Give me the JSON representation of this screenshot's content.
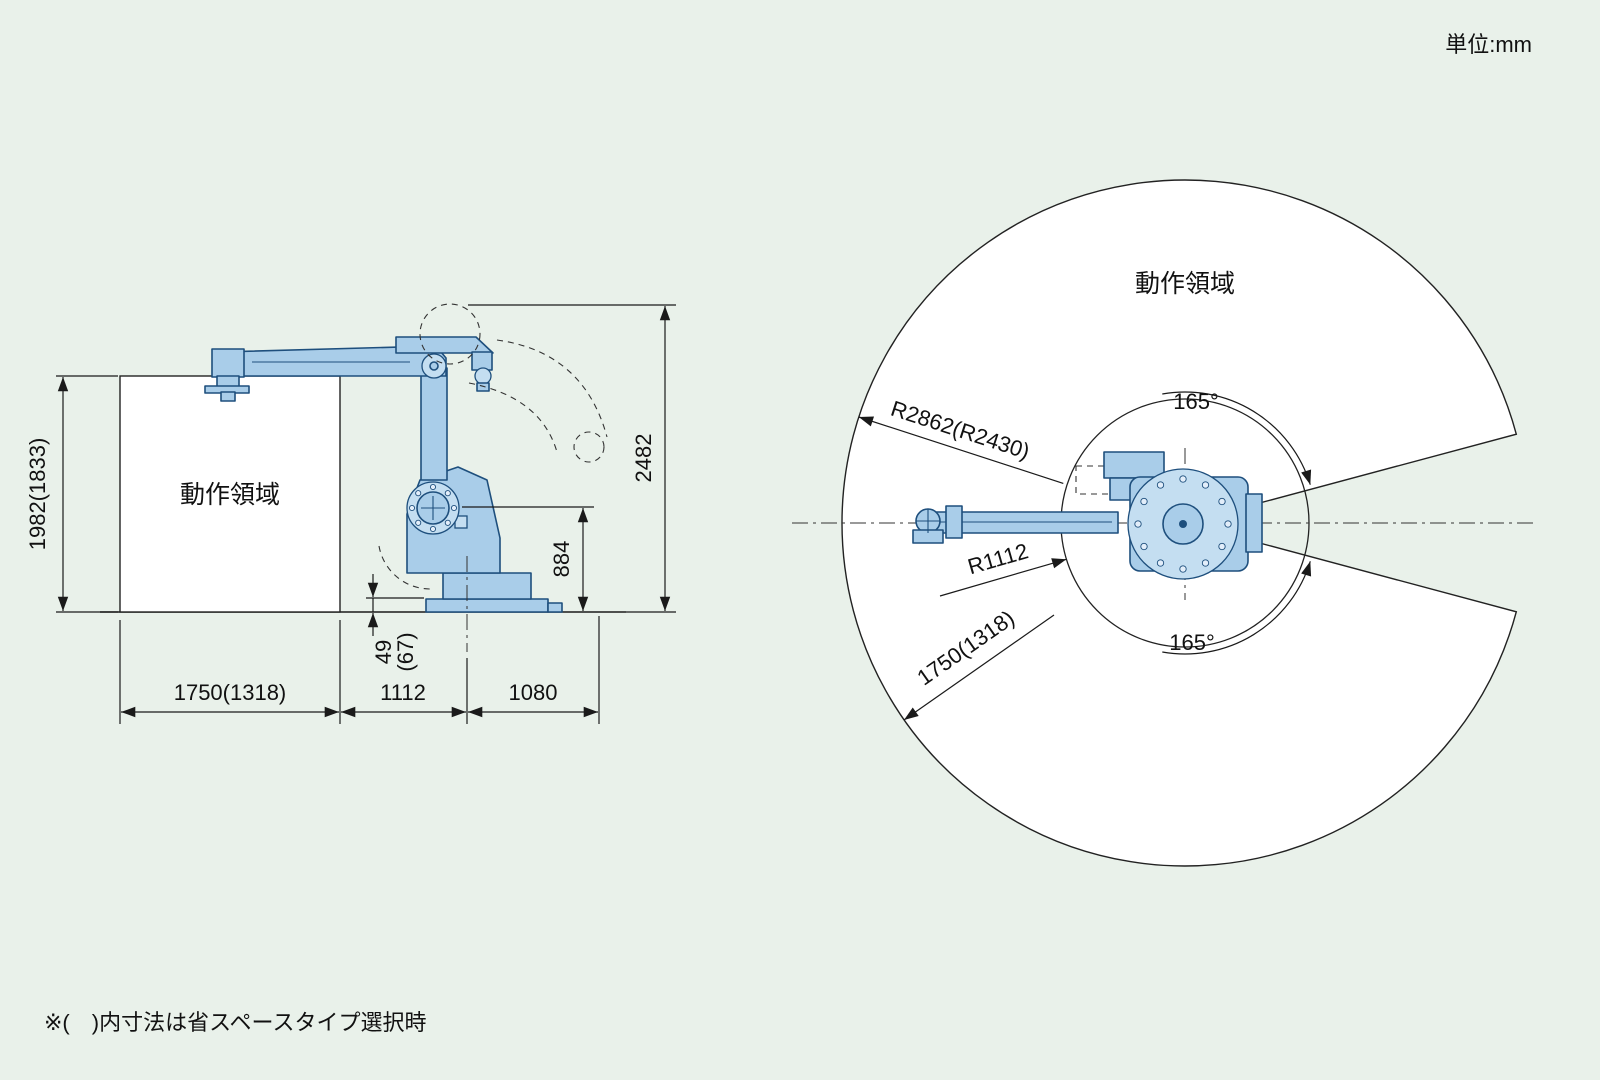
{
  "page": {
    "unit_note": "単位:mm",
    "footnote": "※(　)内寸法は省スペースタイプ選択時"
  },
  "colors": {
    "background": "#e9f1ea",
    "robot_fill": "#a9cde9",
    "robot_fill_light": "#c4def1",
    "robot_stroke": "#1e4f7d",
    "line": "#1a1a1a",
    "envelope_fill": "#ffffff"
  },
  "side_view": {
    "area_label": "動作領域",
    "dims": {
      "work_area_height": "1982(1833)",
      "overall_height": "2482",
      "axis_height": "884",
      "base_gap": "49",
      "base_gap_alt": "(67)",
      "front_reach": "1750(1318)",
      "axis_offset": "1112",
      "rear_reach": "1080"
    }
  },
  "top_view": {
    "area_label": "動作領域",
    "dims": {
      "outer_radius": "R2862(R2430)",
      "inner_radius": "R1112",
      "reach_radius": "1750(1318)",
      "swing_upper": "165°",
      "swing_lower": "165°"
    }
  }
}
